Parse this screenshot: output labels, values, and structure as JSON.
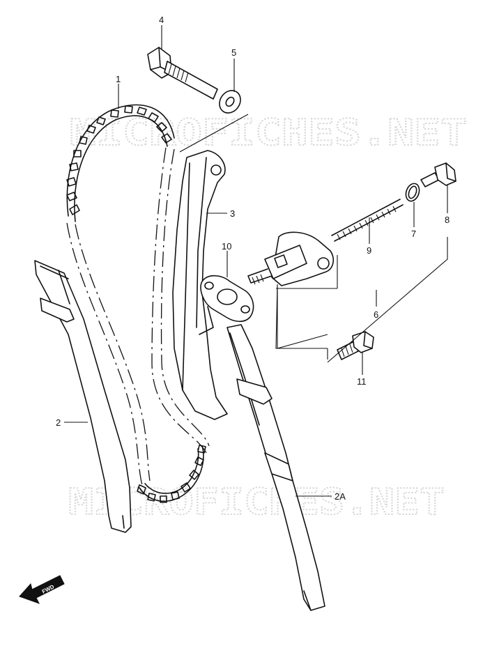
{
  "watermarks": [
    "MICROFICHES.NET",
    "MICROFICHES.NET"
  ],
  "callouts": {
    "p1": "1",
    "p2": "2",
    "p2a": "2A",
    "p3": "3",
    "p4": "4",
    "p5": "5",
    "p6": "6",
    "p7": "7",
    "p8": "8",
    "p9": "9",
    "p10": "10",
    "p11": "11"
  },
  "fwd_label": "FWD"
}
